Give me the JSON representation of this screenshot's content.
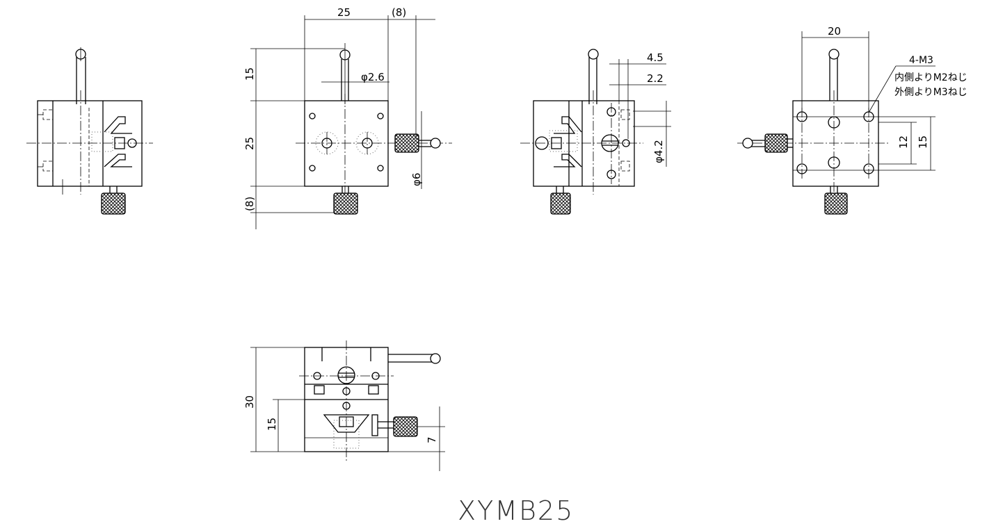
{
  "title": "XYMB25",
  "dimensions": {
    "front_width": "25",
    "front_offset": "(8)",
    "front_knob_height": "15",
    "front_body_height": "25",
    "front_bottom_offset": "(8)",
    "knob_rod_diameter": "φ2.6",
    "knob_diameter": "φ6",
    "side_4_5": "4.5",
    "side_2_2": "2.2",
    "side_hole_diameter": "φ4.2",
    "top_width": "20",
    "top_pitch_12": "12",
    "top_pitch_15": "15",
    "bottom_total_height": "30",
    "bottom_half_height": "15",
    "bottom_knob_height": "7"
  },
  "notes": {
    "thread_label": "4-M3",
    "thread_inner": "内側よりM2ねじ",
    "thread_outer": "外側よりM3ねじ"
  }
}
